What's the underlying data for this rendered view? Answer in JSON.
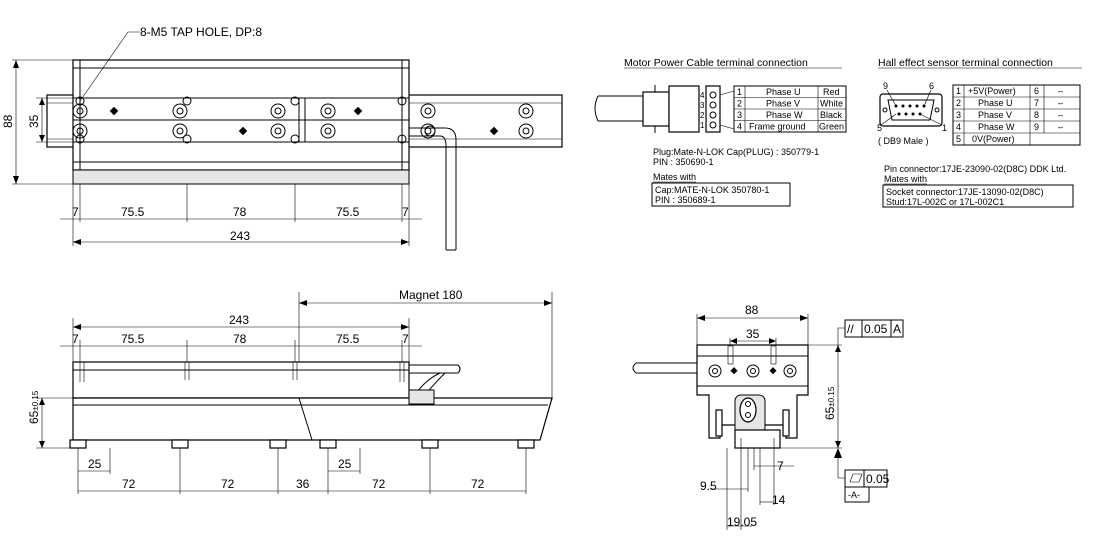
{
  "top_view": {
    "tap_hole_note": "8-M5 TAP HOLE, DP:8",
    "dim_height_88": "88",
    "dim_height_35": "35",
    "dim_7_left": "7",
    "dim_75_5_left": "75.5",
    "dim_78": "78",
    "dim_75_5_right": "75.5",
    "dim_7_right": "7",
    "dim_overall_243": "243"
  },
  "side_view": {
    "magnet_label": "Magnet 180",
    "dim_overall_243": "243",
    "dim_7_left": "7",
    "dim_75_5_left": "75.5",
    "dim_78": "78",
    "dim_75_5_right": "75.5",
    "dim_7_right": "7",
    "dim_height": "65",
    "dim_height_tol": "±0.15",
    "dim_25_left": "25",
    "dim_25_right": "25",
    "dim_72_a": "72",
    "dim_72_b": "72",
    "dim_36": "36",
    "dim_72_c": "72",
    "dim_72_d": "72"
  },
  "end_view": {
    "dim_88": "88",
    "dim_35": "35",
    "dim_height": "65",
    "dim_height_tol": "±0.15",
    "parallelism_symbol": "//",
    "parallelism_value": "0.05",
    "parallelism_datum": "A",
    "flatness_value": "0.05",
    "datum_label": "-A-",
    "dim_9_5": "9.5",
    "dim_7": "7",
    "dim_14": "14",
    "dim_19_05": "19.05"
  },
  "motor_cable": {
    "title": "Motor Power Cable terminal connection",
    "pin_numbers": [
      "4",
      "3",
      "2",
      "1"
    ],
    "rows": [
      {
        "no": "1",
        "signal": "Phase U",
        "color": "Red"
      },
      {
        "no": "2",
        "signal": "Phase V",
        "color": "White"
      },
      {
        "no": "3",
        "signal": "Phase W",
        "color": "Black"
      },
      {
        "no": "4",
        "signal": "Frame ground",
        "color": "Green"
      }
    ],
    "plug_line1": "Plug:Mate-N-LOK Cap(PLUG) : 350779-1",
    "plug_line2": "PIN : 350690-1",
    "mates_with": "Mates with",
    "cap_line": "Cap:MATE-N-LOK 350780-1",
    "pin_line": "PIN : 350689-1"
  },
  "hall_sensor": {
    "title": "Hall effect sensor terminal connection",
    "pin_9": "9",
    "pin_6": "6",
    "pin_5": "5",
    "pin_1": "1",
    "db9_label": "( DB9 Male )",
    "rows": [
      {
        "no": "1",
        "signal": "+5V(Power)",
        "no2": "6",
        "signal2": "–"
      },
      {
        "no": "2",
        "signal": "Phase U",
        "no2": "7",
        "signal2": "–"
      },
      {
        "no": "3",
        "signal": "Phase V",
        "no2": "8",
        "signal2": "–"
      },
      {
        "no": "4",
        "signal": "Phase W",
        "no2": "9",
        "signal2": "–"
      },
      {
        "no": "5",
        "signal": "0V(Power)",
        "no2": "",
        "signal2": ""
      }
    ],
    "pin_connector": "Pin connector:17JE-23090-02(D8C) DDK Ltd.",
    "mates_with": "Mates with",
    "socket_line": "Socket connector:17JE-13090-02(D8C)",
    "stud_line": "Stud:17L-002C or 17L-002C1"
  }
}
